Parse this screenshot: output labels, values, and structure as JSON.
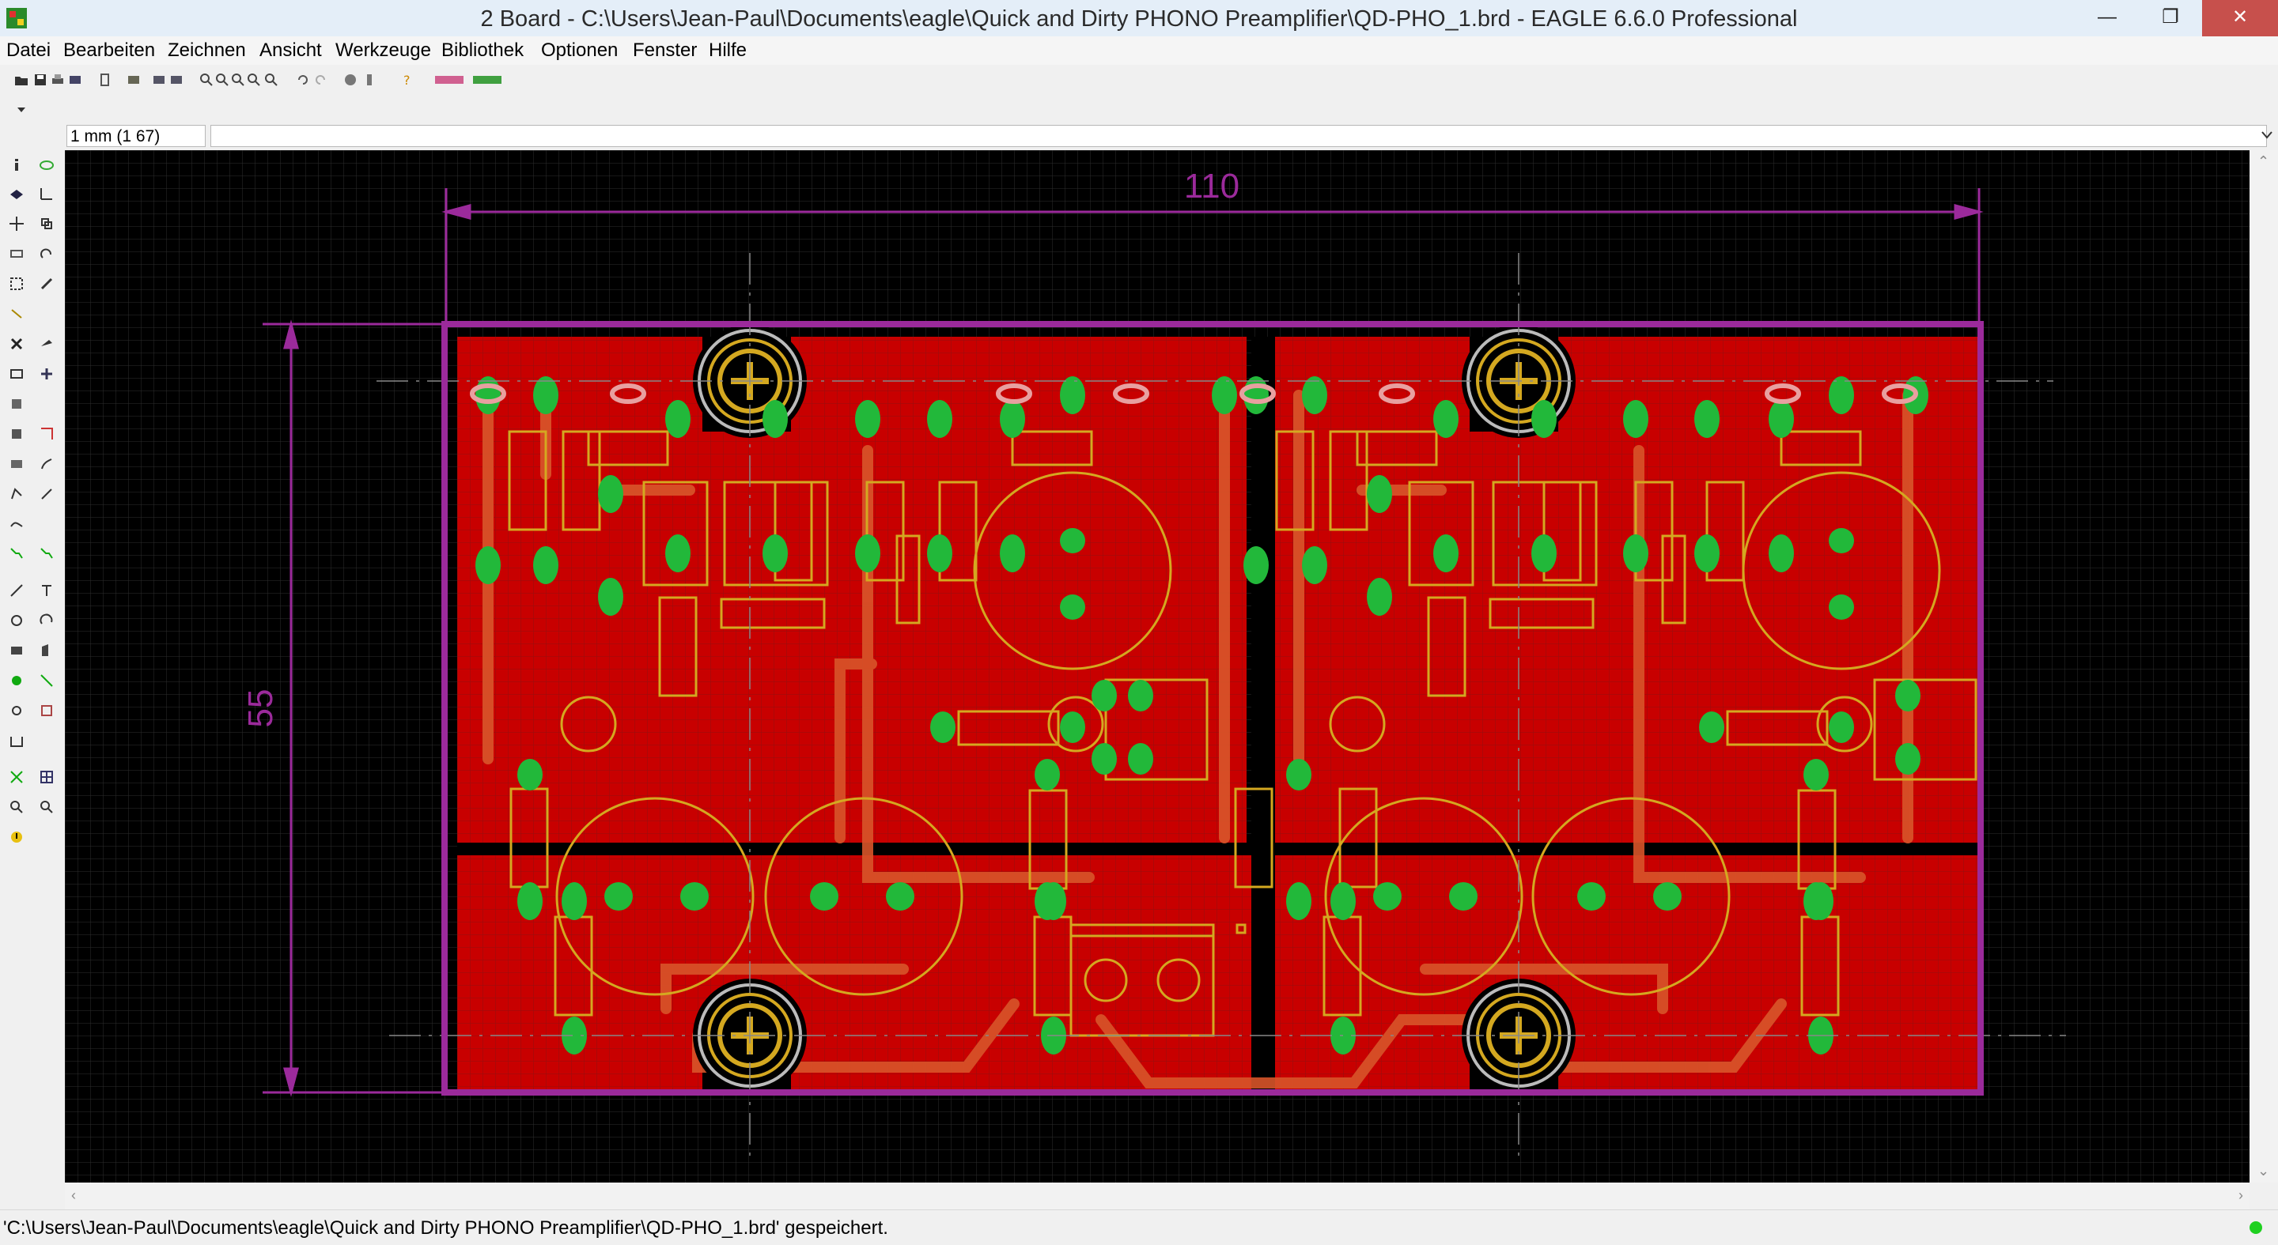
{
  "window": {
    "title": "2 Board - C:\\Users\\Jean-Paul\\Documents\\eagle\\Quick and Dirty PHONO Preamplifier\\QD-PHO_1.brd - EAGLE 6.6.0 Professional",
    "minimize": "—",
    "maximize": "❐",
    "close": "✕"
  },
  "menu": [
    "Datei",
    "Bearbeiten",
    "Zeichnen",
    "Ansicht",
    "Werkzeuge",
    "Bibliothek",
    "Optionen",
    "Fenster",
    "Hilfe"
  ],
  "command_bar": {
    "grid": "1 mm (1 67)",
    "command": "",
    "dropdown_icon": "chevron-down-icon"
  },
  "board": {
    "dim_width_label": "110",
    "dim_height_label": "55",
    "colors": {
      "background": "#000000",
      "grid": "#333333",
      "copper": "#cc0000",
      "trace": "#d8552a",
      "pad": "#22b83a",
      "silk": "#d4a820",
      "outline": "#9b2a9b",
      "dimension": "#9b2a9b"
    }
  },
  "status": {
    "message": "'C:\\Users\\Jean-Paul\\Documents\\eagle\\Quick and Dirty PHONO Preamplifier\\QD-PHO_1.brd' gespeichert."
  },
  "icons": {
    "app": "eagle-board-icon",
    "status_led": "status-ok-icon"
  }
}
